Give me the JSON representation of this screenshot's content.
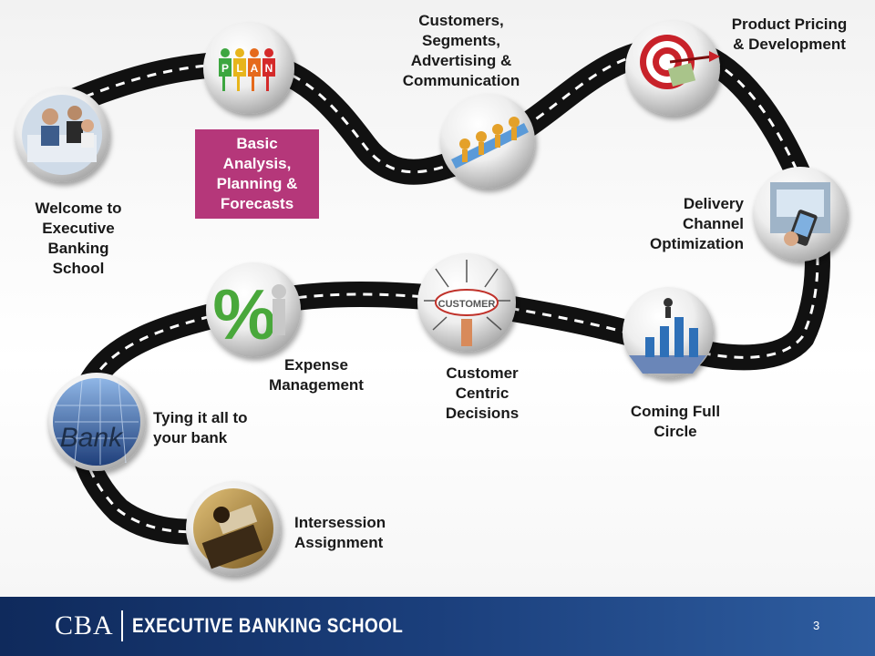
{
  "stops": {
    "welcome": "Welcome to\nExecutive\nBanking\nSchool",
    "basic_analysis": "Basic\nAnalysis,\nPlanning &\nForecasts",
    "customers": "Customers,\nSegments,\nAdvertising &\nCommunication",
    "product_pricing": "Product Pricing\n& Development",
    "delivery_channel": "Delivery\nChannel\nOptimization",
    "coming_full_circle": "Coming Full\nCircle",
    "customer_centric": "Customer\nCentric\nDecisions",
    "expense_management": "Expense\nManagement",
    "tying_it_all": "Tying it all to\nyour bank",
    "intersession": "Intersession\nAssignment"
  },
  "icons": {
    "plan_letters": [
      "P",
      "L",
      "A",
      "N"
    ],
    "customer_word": "CUSTOMER",
    "bank_word": "Bank",
    "percent_symbol": "%"
  },
  "footer": {
    "logo_abbrev": "CBA",
    "logo_text": "EXECUTIVE BANKING SCHOOL",
    "page_number": "3"
  },
  "colors": {
    "highlight": "#b5377a",
    "footer": "#1b3f7c",
    "road": "#111111"
  }
}
